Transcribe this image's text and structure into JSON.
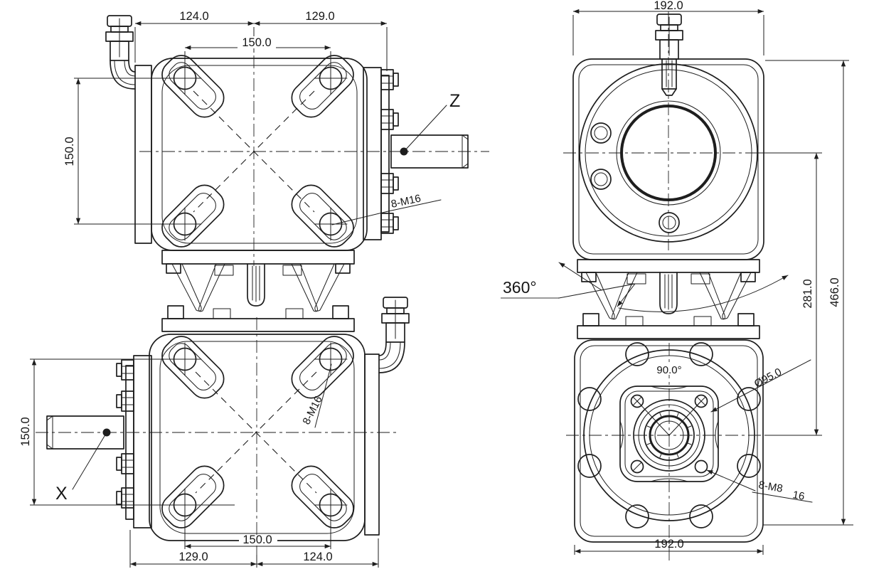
{
  "drawing": {
    "background": "#ffffff",
    "line_color": "#1e1e1e",
    "front": {
      "dim_top_left": "124.0",
      "dim_top_right": "129.0",
      "dim_top_span": "150.0",
      "dim_upper_height": "150.0",
      "dim_lower_height": "150.0",
      "dim_bottom_span": "150.0",
      "dim_bottom_left": "129.0",
      "dim_bottom_right": "124.0",
      "label_z": "Z",
      "label_x": "X",
      "thread_upper": "8-M16",
      "thread_lower": "8-M16"
    },
    "side": {
      "dim_width_top": "192.0",
      "dim_width_bottom": "192.0",
      "dim_center_distance": "281.0",
      "dim_overall": "466.0",
      "label_swivel": "360°",
      "label_angle": "90.0°",
      "label_bolt_circle": "Ø95.0",
      "thread_flange": "8-M8",
      "thread_depth": "16"
    }
  }
}
